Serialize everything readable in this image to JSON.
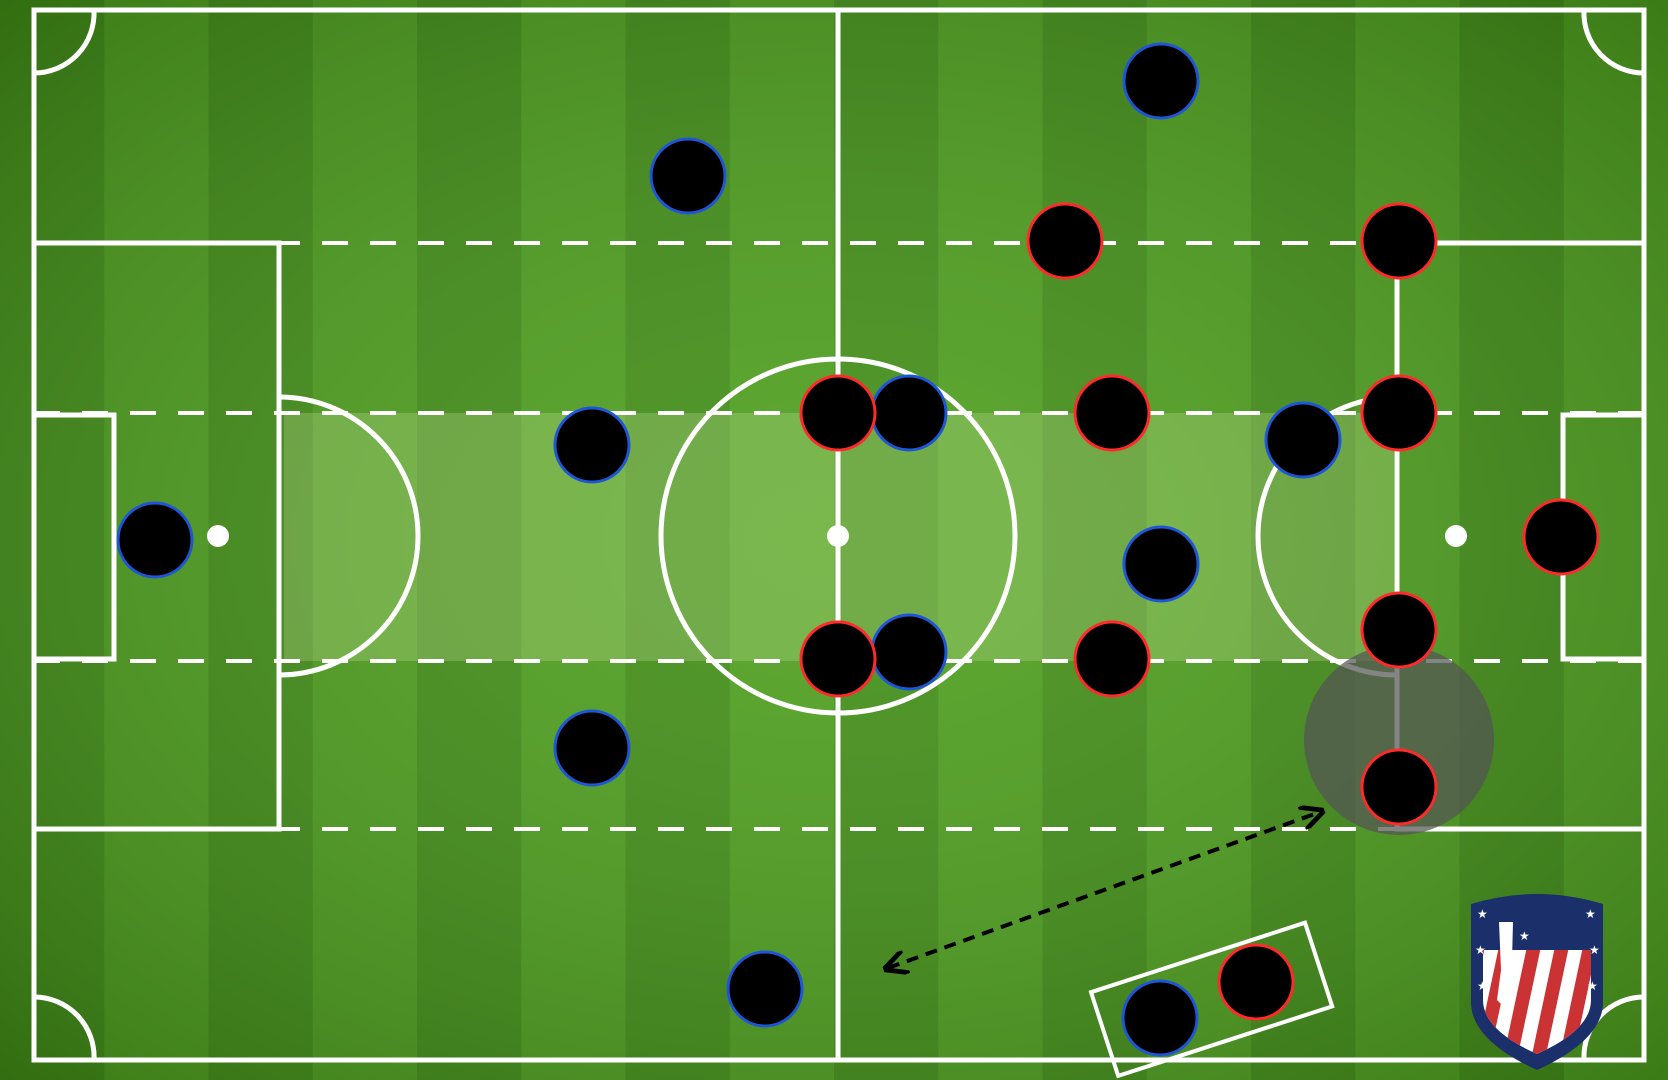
{
  "diagram": {
    "type": "football-tactics-board",
    "colors": {
      "grass_dark": "#3e8d12",
      "grass_light": "#4a9e19",
      "lines": "#ffffff",
      "player_fill": "#000000",
      "team_blue": "#1e56d6",
      "team_red": "#ff2a2a",
      "arrow": "#000000",
      "highlight_zone": "#b8d58a",
      "marked_area": "#555555"
    },
    "elements": [
      "pitch-markings",
      "horizontal-lane-lines-dashed",
      "central-highlight-lane",
      "shaded-circle-zone",
      "double-headed-arrow",
      "boxed-player-pair",
      "club-crest"
    ],
    "players": {
      "blue": [
        "goalkeeper",
        "defender",
        "defender",
        "defender",
        "defender",
        "midfielder",
        "midfielder",
        "midfielder",
        "forward",
        "forward",
        "wide-player",
        "boxed-player"
      ],
      "red": [
        "goalkeeper",
        "defender",
        "defender",
        "defender",
        "defender",
        "midfielder",
        "midfielder",
        "midfielder",
        "midfielder",
        "forward",
        "forward",
        "boxed-player"
      ]
    },
    "crest": {
      "name": "club-crest",
      "colors": [
        "#1b2f6b",
        "#cb3234",
        "#ffffff"
      ]
    }
  }
}
